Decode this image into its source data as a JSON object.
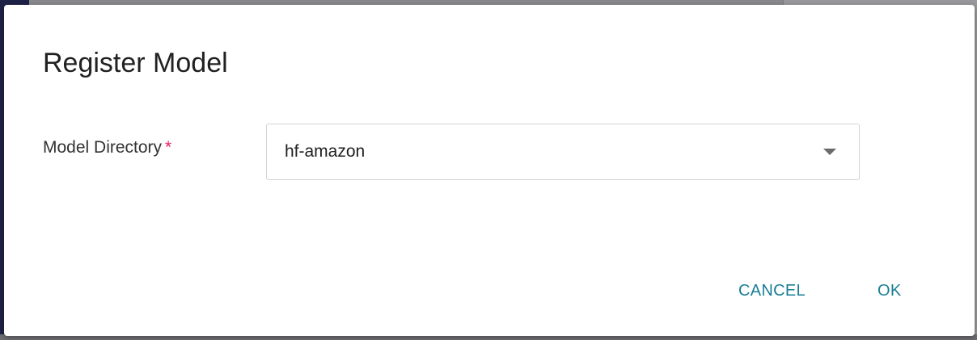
{
  "dialog": {
    "title": "Register Model",
    "field": {
      "label": "Model Directory",
      "required_mark": "*",
      "selected_value": "hf-amazon"
    },
    "actions": {
      "cancel_label": "CANCEL",
      "ok_label": "OK"
    }
  },
  "colors": {
    "accent": "#1a7f96",
    "required": "#e91e63",
    "text": "#212121",
    "backdrop_dark": "#1f2247"
  },
  "icons": {
    "dropdown": "chevron-down-icon"
  }
}
